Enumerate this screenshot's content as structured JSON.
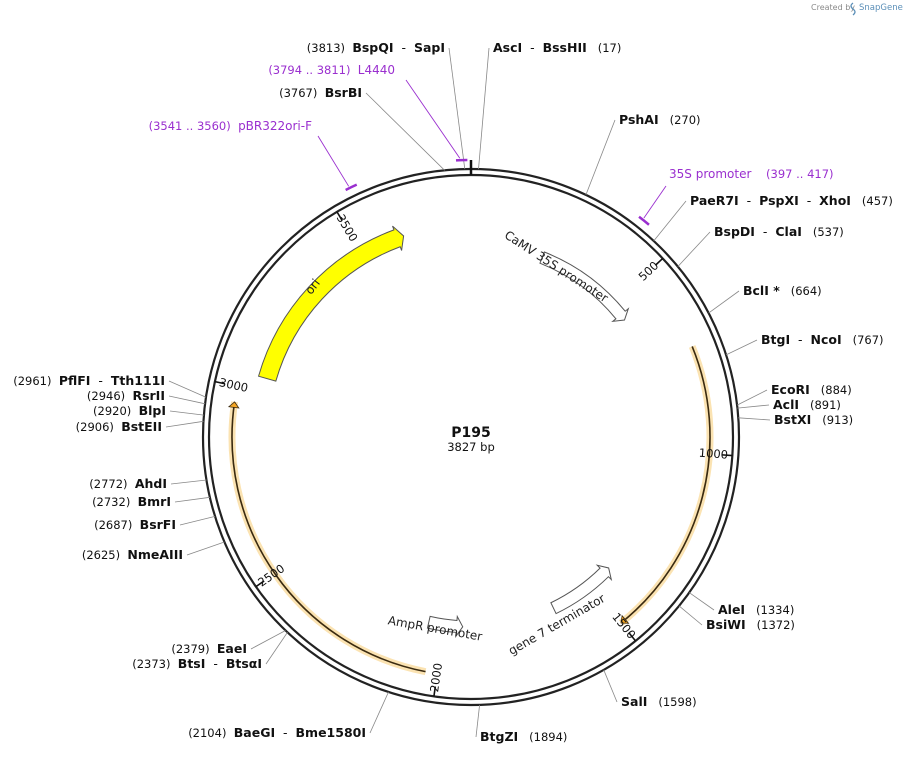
{
  "credit": {
    "prefix": "Created by",
    "brand": "SnapGene"
  },
  "plasmid": {
    "name": "P195",
    "length_label": "3827 bp",
    "length": 3827
  },
  "chart_data": {
    "type": "plasmid-map",
    "total_bp": 3827,
    "ticks": [
      500,
      1000,
      1500,
      2000,
      2500,
      3000,
      3500
    ],
    "tick_labels": [
      "500",
      "1000",
      "1500",
      "2000",
      "2500",
      "3000",
      "3500"
    ],
    "sites": [
      {
        "names": [
          "BspQI",
          "SapI"
        ],
        "pos": 3813,
        "pos_label": "(3813)"
      },
      {
        "names": [
          "AscI",
          "BssHII"
        ],
        "pos": 17,
        "pos_label": "(17)"
      },
      {
        "names": [
          "BsrBI"
        ],
        "pos": 3767,
        "pos_label": "(3767)"
      },
      {
        "names": [
          "PshAI"
        ],
        "pos": 270,
        "pos_label": "(270)"
      },
      {
        "names": [
          "PaeR7I",
          "PspXI",
          "XhoI"
        ],
        "pos": 457,
        "pos_label": "(457)"
      },
      {
        "names": [
          "BspDI",
          "ClaI"
        ],
        "pos": 537,
        "pos_label": "(537)"
      },
      {
        "names": [
          "BclI *"
        ],
        "pos": 664,
        "pos_label": "(664)"
      },
      {
        "names": [
          "BtgI",
          "NcoI"
        ],
        "pos": 767,
        "pos_label": "(767)"
      },
      {
        "names": [
          "EcoRI"
        ],
        "pos": 884,
        "pos_label": "(884)"
      },
      {
        "names": [
          "AclI"
        ],
        "pos": 891,
        "pos_label": "(891)"
      },
      {
        "names": [
          "BstXI"
        ],
        "pos": 913,
        "pos_label": "(913)"
      },
      {
        "names": [
          "AleI"
        ],
        "pos": 1334,
        "pos_label": "(1334)"
      },
      {
        "names": [
          "BsiWI"
        ],
        "pos": 1372,
        "pos_label": "(1372)"
      },
      {
        "names": [
          "SalI"
        ],
        "pos": 1598,
        "pos_label": "(1598)"
      },
      {
        "names": [
          "BtgZI"
        ],
        "pos": 1894,
        "pos_label": "(1894)"
      },
      {
        "names": [
          "BaeGI",
          "Bme1580I"
        ],
        "pos": 2104,
        "pos_label": "(2104)"
      },
      {
        "names": [
          "BtsI",
          "BtsαI"
        ],
        "pos": 2373,
        "pos_label": "(2373)"
      },
      {
        "names": [
          "EaeI"
        ],
        "pos": 2379,
        "pos_label": "(2379)"
      },
      {
        "names": [
          "NmeAIII"
        ],
        "pos": 2625,
        "pos_label": "(2625)"
      },
      {
        "names": [
          "BsrFI"
        ],
        "pos": 2687,
        "pos_label": "(2687)"
      },
      {
        "names": [
          "BmrI"
        ],
        "pos": 2732,
        "pos_label": "(2732)"
      },
      {
        "names": [
          "AhdI"
        ],
        "pos": 2772,
        "pos_label": "(2772)"
      },
      {
        "names": [
          "BstEII"
        ],
        "pos": 2906,
        "pos_label": "(2906)"
      },
      {
        "names": [
          "BlpI"
        ],
        "pos": 2920,
        "pos_label": "(2920)"
      },
      {
        "names": [
          "RsrII"
        ],
        "pos": 2946,
        "pos_label": "(2946)"
      },
      {
        "names": [
          "PflFI",
          "Tth111I"
        ],
        "pos": 2961,
        "pos_label": "(2961)"
      }
    ],
    "primers": [
      {
        "name": "L4440",
        "start": 3794,
        "end": 3811,
        "range_label": "(3794 .. 3811)"
      },
      {
        "name": "pBR322ori-F",
        "start": 3541,
        "end": 3560,
        "range_label": "(3541 .. 3560)"
      },
      {
        "name": "35S promoter",
        "start": 397,
        "end": 417,
        "range_label": "(397 .. 417)"
      }
    ],
    "features": [
      {
        "name": "CaMV 35S promoter",
        "start": 230,
        "end": 560,
        "direction": "forward",
        "color": "#ffffff"
      },
      {
        "name": "gene 7 terminator",
        "start": 1420,
        "end": 1640,
        "direction": "reverse",
        "color": "#ffffff"
      },
      {
        "name": "AmpR promoter",
        "start": 1940,
        "end": 2050,
        "direction": "reverse",
        "color": "#ffffff"
      },
      {
        "name": "ori",
        "start": 3040,
        "end": 3630,
        "direction": "forward",
        "color": "#ffff00"
      }
    ],
    "orfs": [
      {
        "start": 720,
        "end": 1500,
        "direction": "forward"
      },
      {
        "start": 2030,
        "end": 2960,
        "direction": "forward"
      }
    ],
    "colors": {
      "primer": "#9a2fcf",
      "ori": "#ffff00",
      "orf": "#f5a623",
      "backbone": "#222222"
    }
  }
}
